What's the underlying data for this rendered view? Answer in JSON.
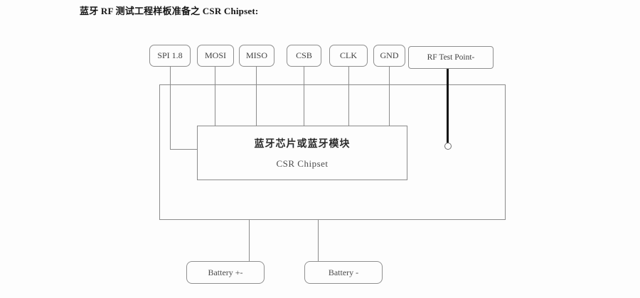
{
  "title": "蓝牙 RF 测试工程样板准备之  CSR Chipset:",
  "diagram": {
    "pins": [
      {
        "id": "spi-1-8",
        "label": "SPI 1.8"
      },
      {
        "id": "mosi",
        "label": "MOSI"
      },
      {
        "id": "miso",
        "label": "MISO"
      },
      {
        "id": "csb",
        "label": "CSB"
      },
      {
        "id": "clk",
        "label": "CLK"
      },
      {
        "id": "gnd",
        "label": "GND"
      },
      {
        "id": "rf-test-point",
        "label": "RF Test Point-"
      }
    ],
    "chip": {
      "name": "蓝牙芯片或蓝牙模块",
      "chipset": "CSR Chipset"
    },
    "batteries": [
      {
        "id": "battery-plus",
        "label": "Battery +-"
      },
      {
        "id": "battery-minus",
        "label": "Battery -"
      }
    ],
    "colors": {
      "connector_line": "#8b8b8b",
      "rf_probe_line": "#161616",
      "box_border": "#8f8f8f",
      "label_text": "#404040",
      "title_text": "#151515",
      "background": "#fdfdfd"
    }
  }
}
